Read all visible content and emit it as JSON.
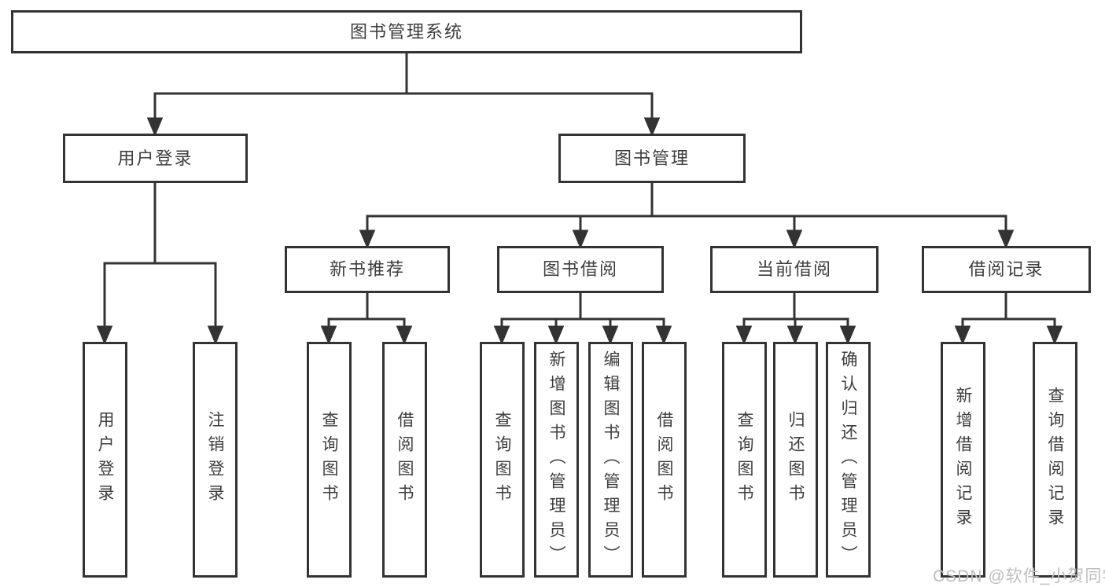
{
  "diagram": {
    "title": "图书管理系统",
    "nodes": {
      "root": "图书管理系统",
      "level2": {
        "user_login": "用户登录",
        "book_mgmt": "图书管理"
      },
      "level3": {
        "new_books": "新书推荐",
        "book_borrow": "图书借阅",
        "current_borrow": "当前借阅",
        "borrow_records": "借阅记录"
      },
      "leaves": {
        "user_login": [
          "用户登录",
          "注销登录"
        ],
        "new_books": [
          "查询图书",
          "借阅图书"
        ],
        "book_borrow": [
          "查询图书",
          "新增图书（管理员）",
          "编辑图书（管理员）",
          "借阅图书"
        ],
        "current_borrow": [
          "查询图书",
          "归还图书",
          "确认归还（管理员）"
        ],
        "borrow_records": [
          "新增借阅记录",
          "查询借阅记录"
        ]
      }
    }
  },
  "watermark": "CSDN @软件_小贺同学",
  "colors": {
    "line": "#333333",
    "box_border": "#333333",
    "box_background": "#ffffff",
    "text": "#3d3d3d",
    "watermark": "#bdbdbd",
    "background": "#ffffff"
  }
}
